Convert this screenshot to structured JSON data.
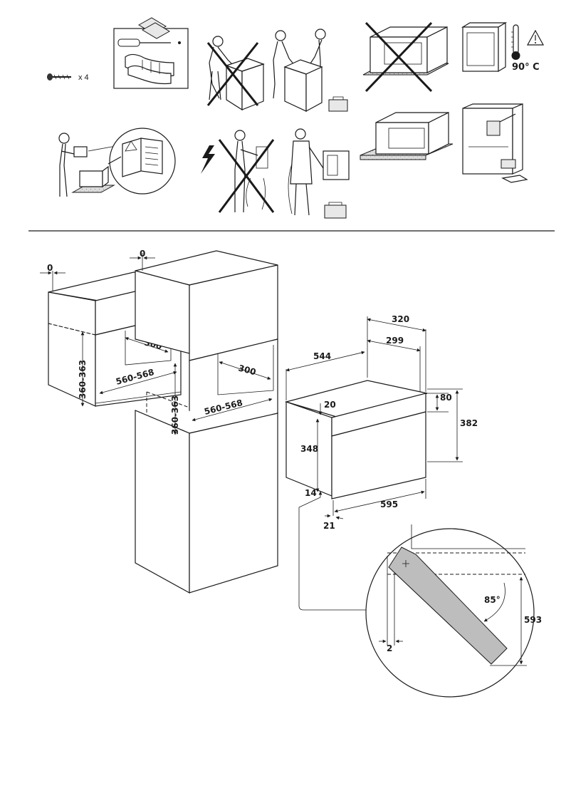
{
  "accessories": {
    "screw_count": "x 4",
    "items": [
      "screw-icon",
      "screwdriver-icon",
      "gloves-icon",
      "spacers-icon"
    ]
  },
  "safety": {
    "temperature": "90° C",
    "icons": [
      "thermometer-icon",
      "warning-triangle-icon",
      "lightning-icon"
    ]
  },
  "niche_dimensions": {
    "gap_top": "0",
    "gap_side": "0",
    "depth_1": "300",
    "depth_2": "300",
    "width_1": "560-568",
    "width_2": "560-568",
    "height_1": "360-363",
    "height_2": "360-363"
  },
  "oven_dimensions": {
    "depth_total": "320",
    "depth_body": "299",
    "depth_side": "544",
    "panel_height": "80",
    "panel_gap": "20",
    "total_height": "382",
    "body_height": "348",
    "bottom_offset": "14",
    "front_width": "595",
    "front_offset": "21"
  },
  "detail": {
    "angle": "85°",
    "height": "593",
    "gap": "2"
  }
}
